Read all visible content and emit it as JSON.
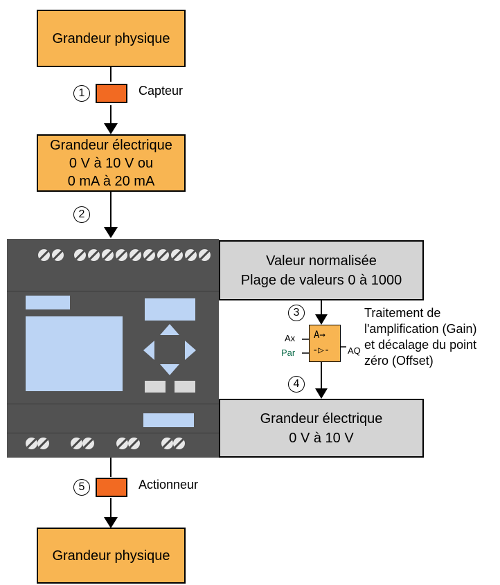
{
  "boxes": {
    "physical_top": "Grandeur physique",
    "electrical_in": {
      "line1": "Grandeur électrique",
      "line2": "0 V à 10 V ou",
      "line3": "0 mA à 20 mA"
    },
    "normalized": {
      "line1": "Valeur normalisée",
      "line2": "Plage de valeurs 0 à 1000"
    },
    "electrical_out": {
      "line1": "Grandeur électrique",
      "line2": "0 V à 10 V"
    },
    "physical_bottom": "Grandeur physique"
  },
  "steps": {
    "s1": "1",
    "s2": "2",
    "s3": "3",
    "s4": "4",
    "s5": "5"
  },
  "labels": {
    "sensor": "Capteur",
    "actuator": "Actionneur",
    "processing_line1": "Traitement de",
    "processing_line2": "l'amplification (Gain)",
    "processing_line3": "et décalage du point",
    "processing_line4": "zéro (Offset)"
  },
  "function_block": {
    "input1": "Ax",
    "input2": "Par",
    "output": "AQ",
    "symbol1": "A→",
    "symbol2": "-▷-"
  },
  "colors": {
    "orange_box": "#f8b552",
    "sensor_orange": "#f26a22",
    "grey_box": "#d4d4d4",
    "plc_body": "#525252",
    "display_blue": "#bcd4f4",
    "par_label": "#0f6e4c"
  }
}
